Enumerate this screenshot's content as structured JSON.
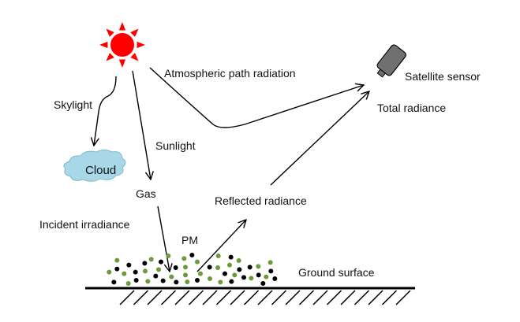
{
  "labels": {
    "atmospheric": "Atmospheric path radiation",
    "satellite": "Satellite sensor",
    "total": "Total radiance",
    "skylight": "Skylight",
    "sunlight": "Sunlight",
    "cloud": "Cloud",
    "gas": "Gas",
    "reflected": "Reflected radiance",
    "incident": "Incident irradiance",
    "pm": "PM",
    "ground": "Ground surface"
  },
  "colors": {
    "sun": "#ff0000",
    "cloud": "#a8d8e8",
    "sensor": "#707070",
    "pm_green": "#6a9a3a",
    "pm_black": "#000000"
  }
}
